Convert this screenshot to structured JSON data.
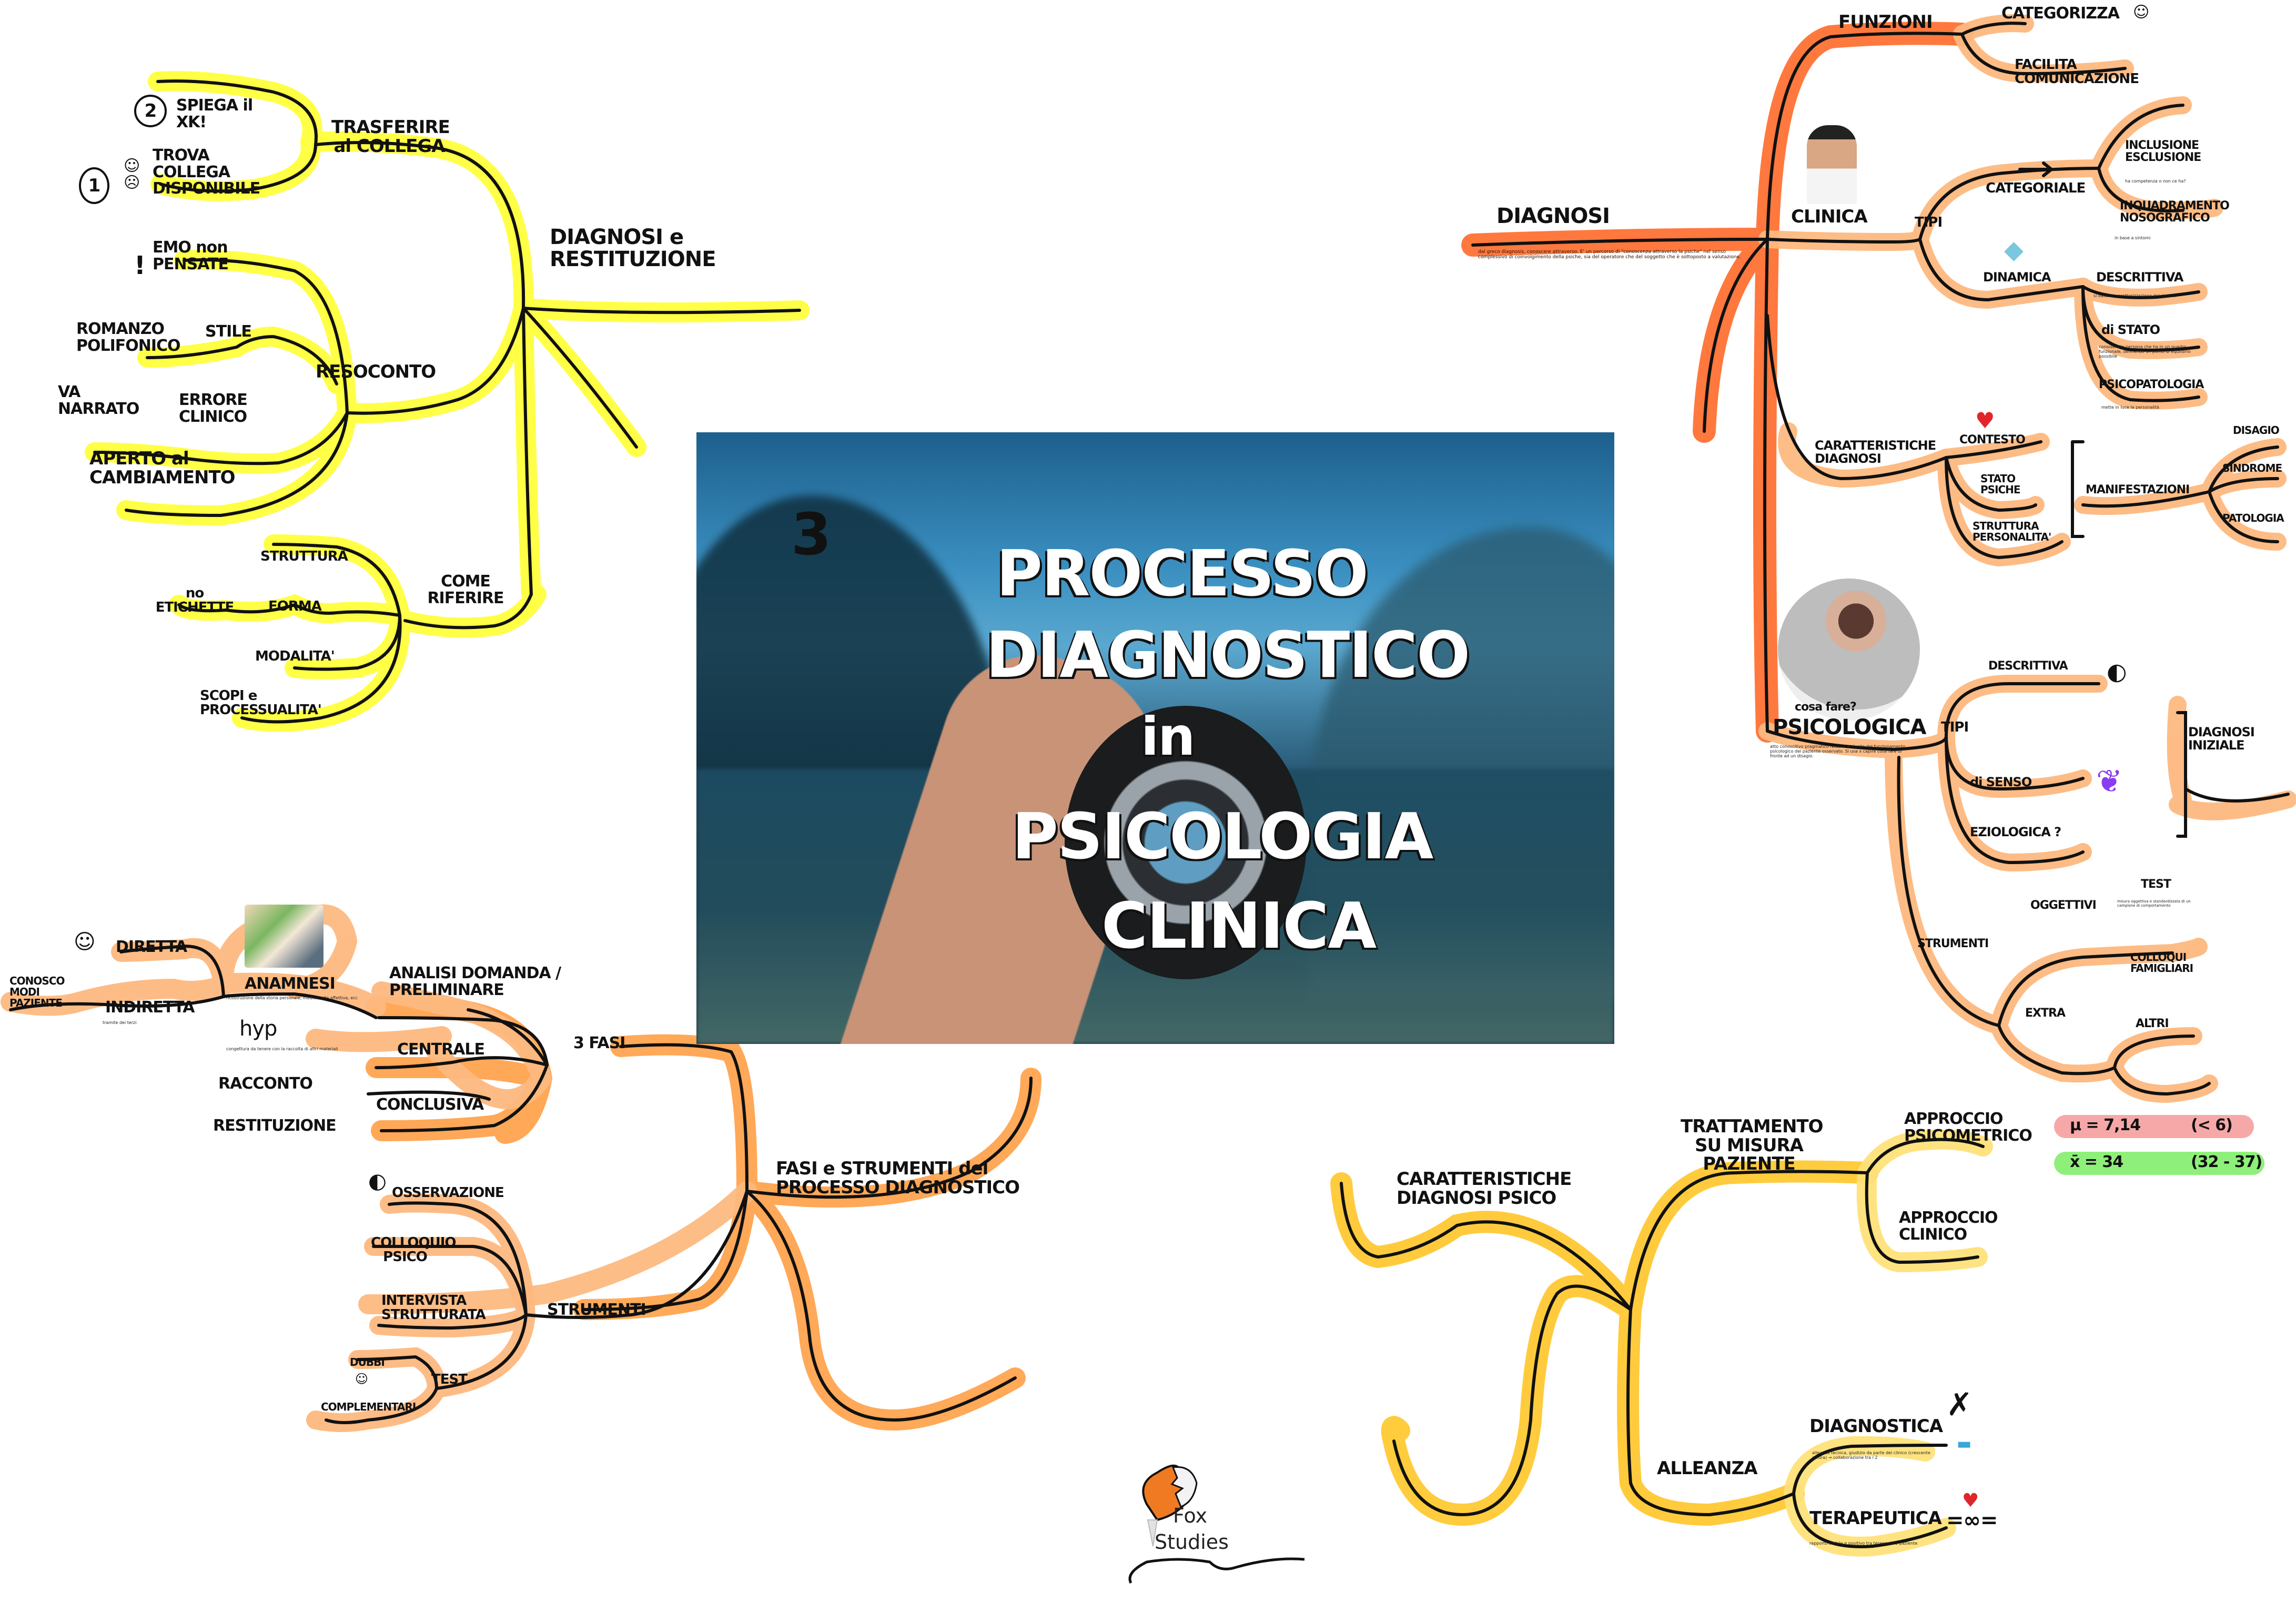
{
  "title": {
    "number": "3",
    "line1": "PROCESSO",
    "line2": "DIAGNOSTICO",
    "line3": "in",
    "line4": "PSICOLOGIA",
    "line5": "CLINICA"
  },
  "colors": {
    "yellow": "#ffff33",
    "orange_light": "#fdb97f",
    "orange_red": "#ff6a2a",
    "orange": "#ff9a3c",
    "gold": "#ffc629",
    "pink_pill": "#f6a8a8",
    "green_pill": "#8ef07a"
  },
  "top_left": {
    "root": "DIAGNOSI e RESTITUZIONE",
    "trasferire": "TRASFERIRE al COLLEGA",
    "spiega": "SPIEGA il XK!",
    "spiega_num": "2",
    "trova": "TROVA COLLEGA DISPONIBILE",
    "trova_num": "1",
    "resoconto": "RESOCONTO",
    "emo": "EMO non PENSATE",
    "emo_mark": "!",
    "stile": "STILE",
    "romanzo": "ROMANZO POLIFONICO",
    "errore": "ERRORE CLINICO",
    "va_narrato": "VA NARRATO",
    "aperto": "APERTO al CAMBIAMENTO",
    "come_riferire": "COME RIFERIRE",
    "struttura": "STRUTTURA",
    "forma": "FORMA",
    "no_etichette": "no ETICHETTE",
    "modalita": "MODALITA'",
    "scopi": "SCOPI e PROCESSUALITA'"
  },
  "top_right": {
    "root": "DIAGNOSI",
    "root_note": "dal greco diagnosis, conoscere attraverso. E' un percorso di \"conoscenza attraverso la psiche\" nel senso complessivo di coinvolgimento della psiche, sia del operatore che del soggetto che è sottoposto a valutazione.",
    "funzioni": "FUNZIONI",
    "categorizza": "CATEGORIZZA",
    "facilita": "FACILITA COMUNICAZIONE",
    "clinica": "CLINICA",
    "tipi": "TIPI",
    "categoriale": "CATEGORIALE",
    "inclusione": "INCLUSIONE ESCLUSIONE",
    "inclusione_note": "ha competenza o non ce ha?",
    "inquadramento": "INQUADRAMENTO NOSOGRAFICO",
    "inquadramento_note": "in base a sintomi",
    "dinamica": "DINAMICA",
    "descrittiva": "DESCRITTIVA",
    "descrittiva_note": "si basa su caratterizzazione dei sintomi",
    "di_stato": "di STATO",
    "di_stato_note": "considera la persona che ha in un quadro funzionale, definendo un punto di equilibrio possibile",
    "psicopatologia": "PSICOPATOLOGIA",
    "psicopatologia_note": "mette in luce la personalità",
    "caratteristiche": "CARATTERISTICHE DIAGNOSI",
    "contesto": "CONTESTO",
    "stato_psiche": "STATO PSICHE",
    "struttura_personalita": "STRUTTURA PERSONALITA'",
    "manifestazioni": "MANIFESTAZIONI",
    "disagio": "DISAGIO",
    "sindrome": "SINDROME",
    "patologia": "PATOLOGIA",
    "cosa_fare": "cosa fare?",
    "psicologica": "PSICOLOGICA",
    "psicologica_note": "atto conoscitivo pragmatico relativo al livello del funzionamento psicologico del paziente osservato. Si usa x capire cosa fare di fronte ad un disagio.",
    "tipi2": "TIPI",
    "descrittiva2": "DESCRITTIVA",
    "di_senso": "di SENSO",
    "eziologica": "EZIOLOGICA ?",
    "diagnosi_iniziale": "DIAGNOSI INIZIALE",
    "strumenti": "STRUMENTI",
    "oggettivi": "OGGETTIVI",
    "test": "TEST",
    "test_note": "misura oggettiva e standardizzata di un campione di comportamento",
    "extra": "EXTRA",
    "colloqui": "COLLOQUI FAMIGLIARI",
    "altri": "ALTRI"
  },
  "bottom_left": {
    "root": "FASI e STRUMENTI del PROCESSO DIAGNOSTICO",
    "tre_fasi": "3 FASI",
    "analisi": "ANALISI DOMANDA / PRELIMINARE",
    "anamnesi": "ANAMNESI",
    "anamnesi_note": "ricostruzione della storia personale, medica, vita affettiva, ecc",
    "diretta": "DIRETTA",
    "indiretta": "INDIRETTA",
    "indiretta_note": "tramite dei terzi",
    "conosco": "CONOSCO MODI PAZIENTE",
    "hyp": "hyp",
    "hyp_note": "congettura da tenere con la raccolta di altri materiali",
    "centrale": "CENTRALE",
    "racconto": "RACCONTO",
    "conclusiva": "CONCLUSIVA",
    "restituzione": "RESTITUZIONE",
    "strumenti": "STRUMENTI",
    "osservazione": "OSSERVAZIONE",
    "colloquio": "COLLOQUIO PSICO",
    "intervista": "INTERVISTA STRUTTURATA",
    "test": "TEST",
    "dubbi": "DUBBI",
    "complementari": "COMPLEMENTARI"
  },
  "bottom_right": {
    "root": "CARATTERISTICHE DIAGNOSI PSICO",
    "trattamento": "TRATTAMENTO SU MISURA PAZIENTE",
    "approccio_psico": "APPROCCIO PSICOMETRICO",
    "approccio_clinico": "APPROCCIO CLINICO",
    "mu": "μ = 7,14",
    "mu_range": "(< 6)",
    "xbar": "x̄ = 34",
    "xbar_range": "(32 - 37)",
    "alleanza": "ALLEANZA",
    "diagnostica": "DIAGNOSTICA",
    "diagnostica_note": "alleanza tecnica, giudizio da parte del clinico (crescente e cura) → collaborazione tra i 2",
    "terapeutica": "TERAPEUTICA",
    "terapeutica_note": "rapporto stabile e positivo tra terapeuta e paziente"
  },
  "logo": {
    "line1": "Fox",
    "line2": "Studies"
  }
}
